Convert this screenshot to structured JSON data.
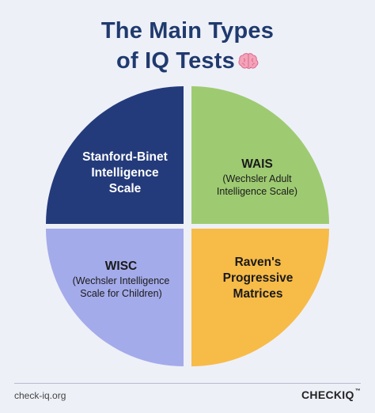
{
  "header": {
    "title_line1": "The Main Types",
    "title_line2": "of IQ Tests"
  },
  "quadrants": [
    {
      "title": "Stanford-Binet Intelligence Scale",
      "title_lines": [
        "Stanford-Binet",
        "Intelligence",
        "Scale"
      ],
      "subtitle_lines": [],
      "color": "#243b7b"
    },
    {
      "title": "WAIS",
      "title_lines": [
        "WAIS"
      ],
      "subtitle_lines": [
        "(Wechsler Adult",
        "Intelligence Scale)"
      ],
      "color": "#9ecb72"
    },
    {
      "title": "WISC",
      "title_lines": [
        "WISC"
      ],
      "subtitle_lines": [
        "(Wechsler Intelligence",
        "Scale for Children)"
      ],
      "color": "#a4abea"
    },
    {
      "title": "Raven's Progressive Matrices",
      "title_lines": [
        "Raven's",
        "Progressive",
        "Matrices"
      ],
      "subtitle_lines": [],
      "color": "#f7bb48"
    }
  ],
  "footer": {
    "url": "check-iq.org",
    "brand": "CHECKIQ",
    "brand_mark": "™"
  },
  "icons": {
    "title_icon": "brain-icon"
  }
}
